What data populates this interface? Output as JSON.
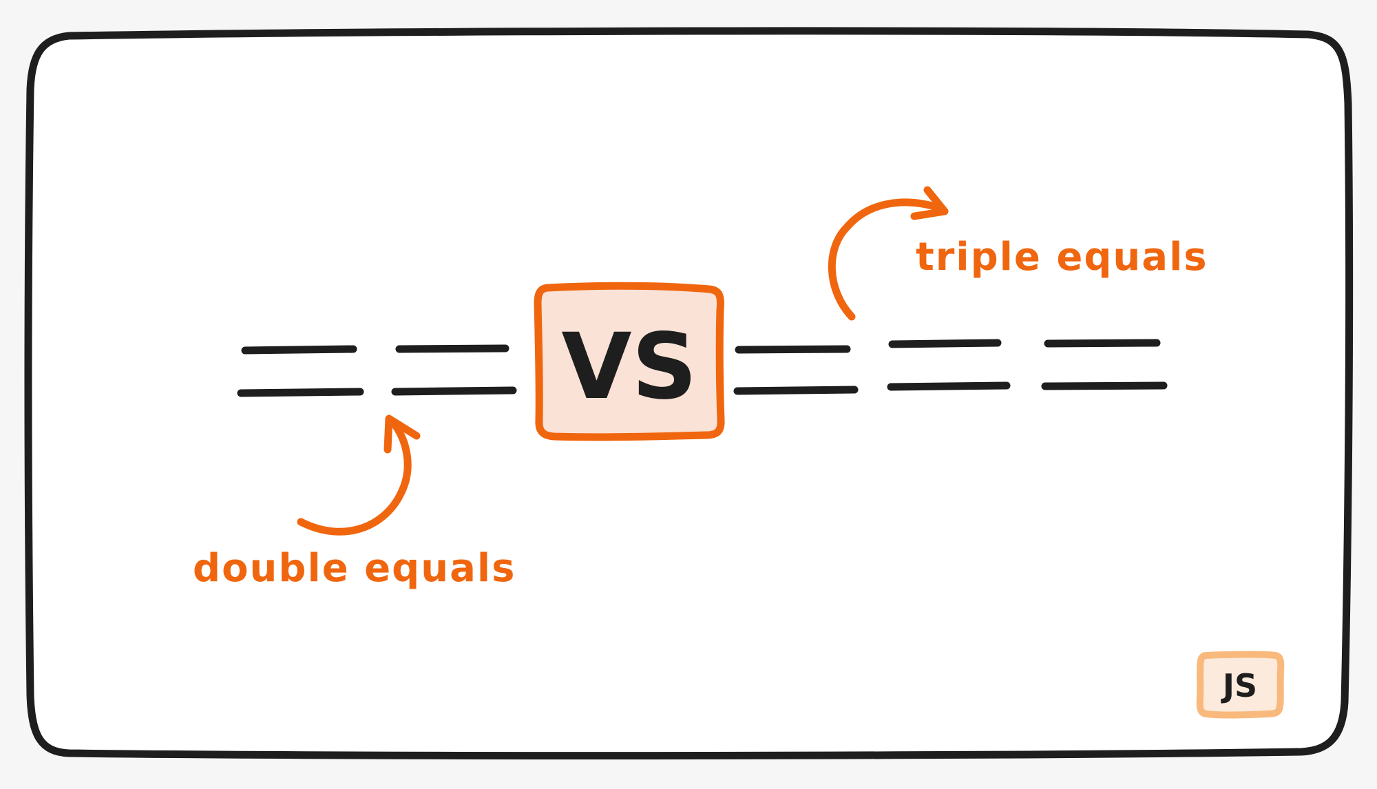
{
  "center_label": "VS",
  "left_label": "double equals",
  "right_label": "triple equals",
  "badge_label": "JS",
  "left_operator": {
    "bars": 2,
    "name": "double-equals-operator"
  },
  "right_operator": {
    "bars": 3,
    "name": "triple-equals-operator"
  },
  "colors": {
    "background": "#f6f6f6",
    "card": "#ffffff",
    "frame": "#1e1e1e",
    "accent": "#f0660f",
    "accent_fill": "#fae2d6",
    "badge_border": "#f9b97c",
    "badge_fill": "#fcebdd",
    "ink": "#1e1e1e"
  }
}
